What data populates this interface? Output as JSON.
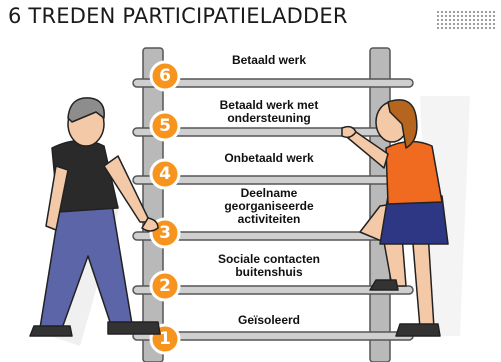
{
  "header": {
    "title": "6 TREDEN PARTICIPATIELADDER"
  },
  "ladder": {
    "colors": {
      "rail": "#b9b9b9",
      "badge_fill": "#f7941d",
      "badge_ring": "#ffffff",
      "text": "#111111"
    },
    "steps": [
      {
        "number": "6",
        "label": "Betaald werk"
      },
      {
        "number": "5",
        "label": "Betaald werk met\nondersteuning"
      },
      {
        "number": "4",
        "label": "Onbetaald werk"
      },
      {
        "number": "3",
        "label": "Deelname\ngeorganiseerde\nactiviteiten"
      },
      {
        "number": "2",
        "label": "Sociale contacten\nbuitenshuis"
      },
      {
        "number": "1",
        "label": "Geïsoleerd"
      }
    ]
  },
  "figures": [
    {
      "name": "man",
      "colors": {
        "shirt": "#2a2a2a",
        "trousers": "#5b65a8",
        "skin": "#f3c9a8",
        "hair": "#8d8d8d"
      }
    },
    {
      "name": "woman",
      "colors": {
        "shirt": "#f06a1f",
        "skirt": "#2e3784",
        "skin": "#f3c9a8",
        "hair": "#b5651d"
      }
    }
  ]
}
